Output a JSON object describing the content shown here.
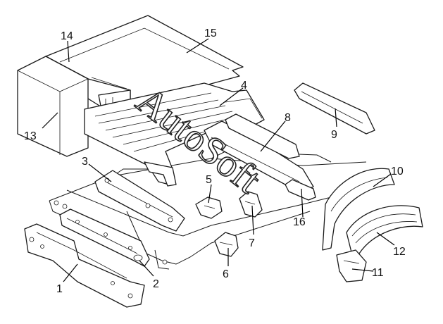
{
  "watermark": "AutoSoft",
  "callouts": [
    {
      "id": "1",
      "label": "1"
    },
    {
      "id": "2",
      "label": "2"
    },
    {
      "id": "3",
      "label": "3"
    },
    {
      "id": "4",
      "label": "4"
    },
    {
      "id": "5",
      "label": "5"
    },
    {
      "id": "6",
      "label": "6"
    },
    {
      "id": "7",
      "label": "7"
    },
    {
      "id": "8",
      "label": "8"
    },
    {
      "id": "9",
      "label": "9"
    },
    {
      "id": "10",
      "label": "10"
    },
    {
      "id": "11",
      "label": "11"
    },
    {
      "id": "12",
      "label": "12"
    },
    {
      "id": "13",
      "label": "13"
    },
    {
      "id": "14",
      "label": "14"
    },
    {
      "id": "15",
      "label": "15"
    },
    {
      "id": "16",
      "label": "16"
    }
  ],
  "colors": {
    "line": "#1a1a1a",
    "background": "#ffffff"
  }
}
